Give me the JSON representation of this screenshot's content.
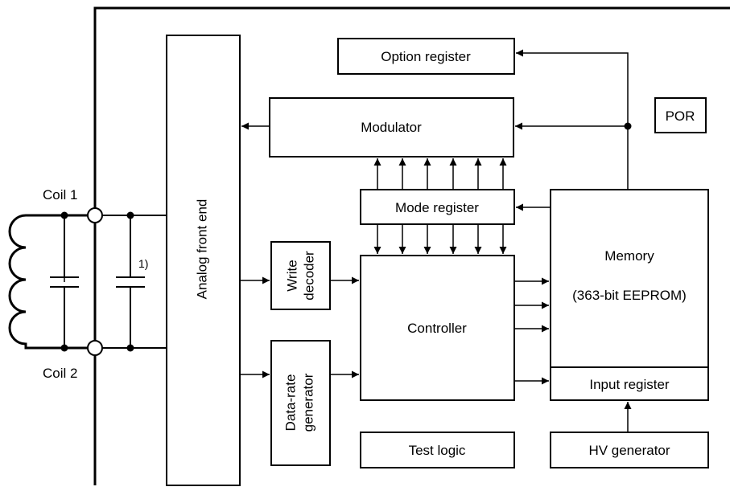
{
  "blocks": {
    "option_register": "Option register",
    "modulator": "Modulator",
    "por": "POR",
    "analog_front_end": "Analog front end",
    "mode_register": "Mode register",
    "write_decoder": [
      "Write",
      "decoder"
    ],
    "data_rate_generator": [
      "Data-rate",
      "generator"
    ],
    "controller": "Controller",
    "memory": "Memory",
    "memory_detail": "(363-bit EEPROM)",
    "input_register": "Input register",
    "test_logic": "Test logic",
    "hv_generator": "HV generator"
  },
  "labels": {
    "coil_1": "Coil 1",
    "coil_2": "Coil 2",
    "footnote": "1)"
  },
  "colors": {
    "line": "#000000",
    "background": "#ffffff"
  }
}
